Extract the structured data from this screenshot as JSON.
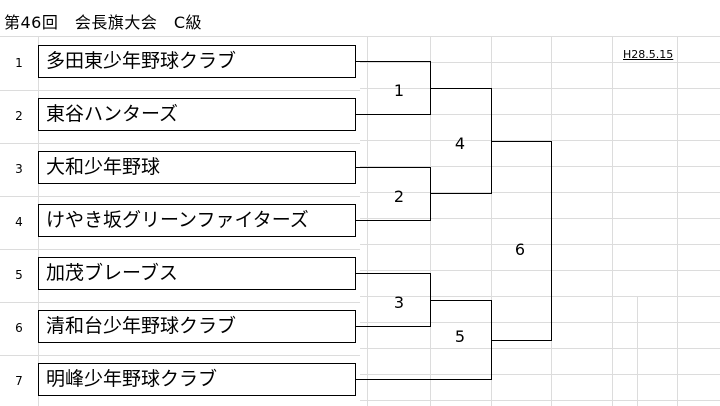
{
  "title": "第46回　会長旗大会　C級",
  "date": "H28.5.15",
  "teams": [
    {
      "seed": "1",
      "name": "多田東少年野球クラブ"
    },
    {
      "seed": "2",
      "name": "東谷ハンターズ"
    },
    {
      "seed": "3",
      "name": "大和少年野球"
    },
    {
      "seed": "4",
      "name": "けやき坂グリーンファイターズ"
    },
    {
      "seed": "5",
      "name": "加茂ブレーブス"
    },
    {
      "seed": "6",
      "name": "清和台少年野球クラブ"
    },
    {
      "seed": "7",
      "name": "明峰少年野球クラブ"
    }
  ],
  "games": [
    "1",
    "2",
    "3",
    "4",
    "5",
    "6"
  ]
}
